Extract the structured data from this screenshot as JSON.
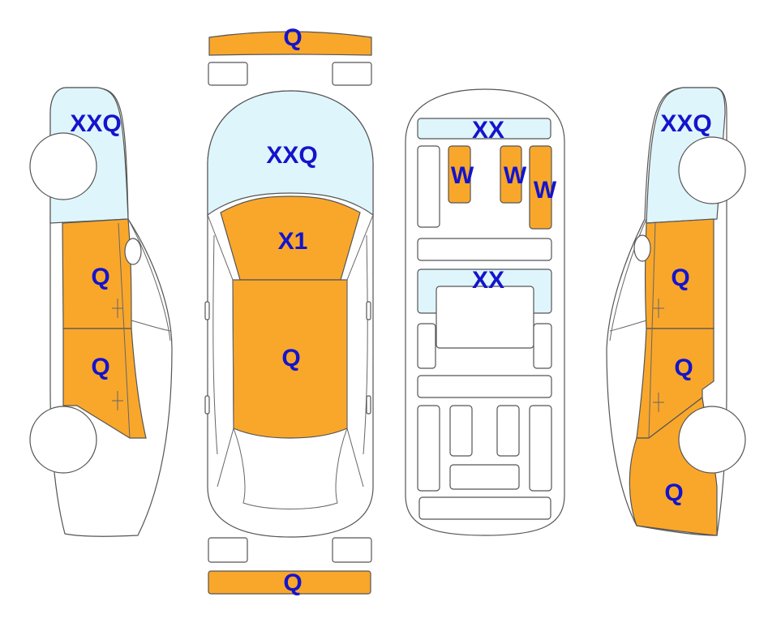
{
  "colors": {
    "damage_fill": "#f9a72b",
    "glass_fill": "#dff5fc",
    "label_color": "#1414cc",
    "outline": "#555555"
  },
  "labels": {
    "front_bumper": "Q",
    "rear_bumper": "Q",
    "top_windshield": "XXQ",
    "top_hood": "X1",
    "top_roof": "Q",
    "left_front_glass": "XXQ",
    "left_front_door": "Q",
    "left_rear_door": "Q",
    "right_front_glass": "XXQ",
    "right_front_door": "Q",
    "right_rear_door": "Q",
    "right_rear_quarter": "Q",
    "interior_front_glass": "XX",
    "interior_rear_glass": "XX",
    "interior_seat_left": "W",
    "interior_seat_middle": "W",
    "interior_seat_right": "W"
  }
}
